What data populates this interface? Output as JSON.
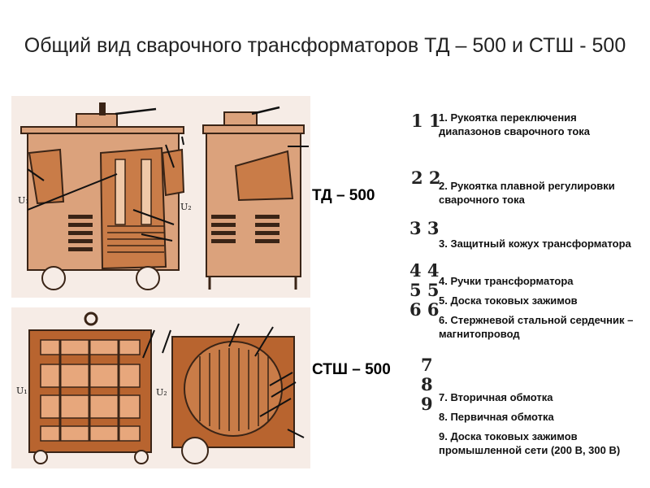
{
  "title": "Общий вид сварочного трансформаторов ТД – 500 и СТШ - 500",
  "models": {
    "td": "ТД – 500",
    "stsh": "СТШ – 500"
  },
  "figure_labels": {
    "u1": "U₁",
    "u2": "U₂"
  },
  "figure_numbers": [
    "1 1",
    "2 2",
    "3 3",
    "4 4",
    "5 5",
    "6 6",
    "7",
    "8",
    "9"
  ],
  "legend": [
    "1. Рукоятка переключения диапазонов сварочного тока",
    "2. Рукоятка плавной регулировки сварочного тока",
    "3. Защитный кожух трансформатора",
    "4. Ручки трансформатора",
    "5. Доска токовых зажимов",
    "6. Стержневой стальной сердечник – магнитопровод",
    "7. Вторичная обмотка",
    "8. Первичная обмотка",
    "9. Доска токовых зажимов промышленной сети (200 В, 300 В)"
  ],
  "colors": {
    "panel_bg": "#f6ece6",
    "body": "#dba27c",
    "dark": "#b8642f",
    "ink": "#3a2416"
  }
}
